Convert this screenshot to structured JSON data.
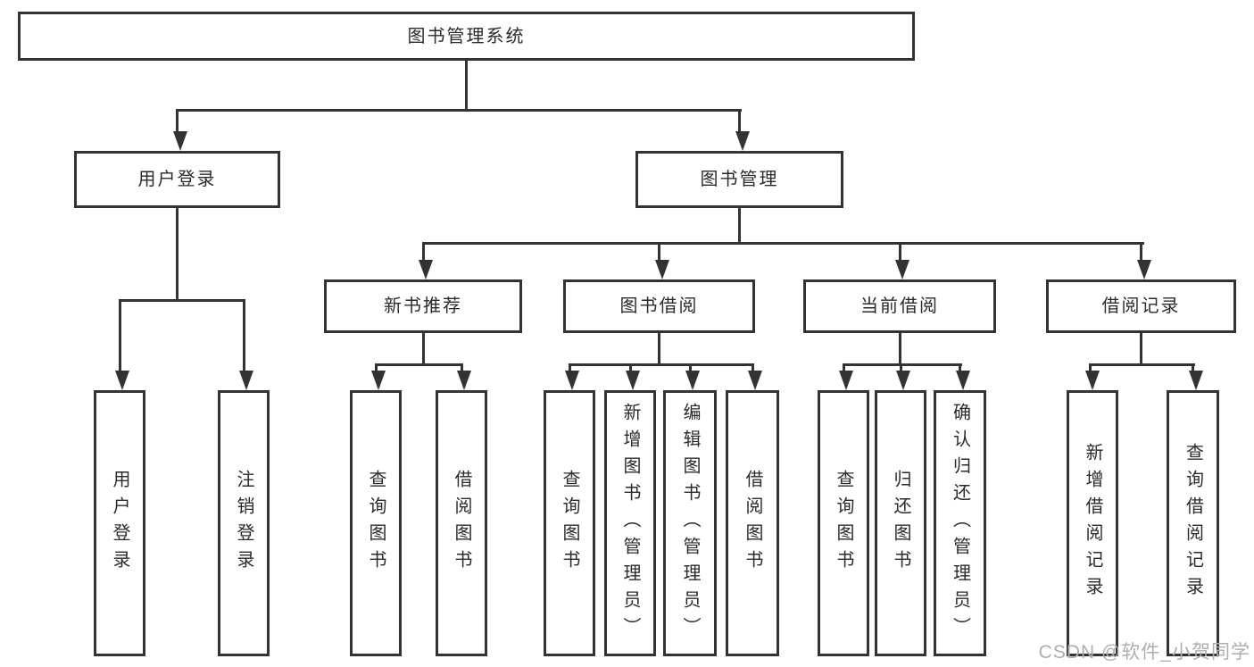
{
  "diagram": {
    "root": {
      "label": "图书管理系统",
      "children": [
        {
          "label": "用户登录",
          "children": [
            {
              "label": "用户登录"
            },
            {
              "label": "注销登录"
            }
          ]
        },
        {
          "label": "图书管理",
          "children": [
            {
              "label": "新书推荐",
              "children": [
                {
                  "label": "查询图书"
                },
                {
                  "label": "借阅图书"
                }
              ]
            },
            {
              "label": "图书借阅",
              "children": [
                {
                  "label": "查询图书"
                },
                {
                  "label": "新增图书（管理员）"
                },
                {
                  "label": "编辑图书（管理员）"
                },
                {
                  "label": "借阅图书"
                }
              ]
            },
            {
              "label": "当前借阅",
              "children": [
                {
                  "label": "查询图书"
                },
                {
                  "label": "归还图书"
                },
                {
                  "label": "确认归还（管理员）"
                }
              ]
            },
            {
              "label": "借阅记录",
              "children": [
                {
                  "label": "新增借阅记录"
                },
                {
                  "label": "查询借阅记录"
                }
              ]
            }
          ]
        }
      ]
    },
    "watermark": "CSDN @软件_小贺同学",
    "colors": {
      "line": "#333333",
      "text": "#2b2b2b",
      "watermark": "#aeaeae",
      "background": "#ffffff"
    }
  }
}
